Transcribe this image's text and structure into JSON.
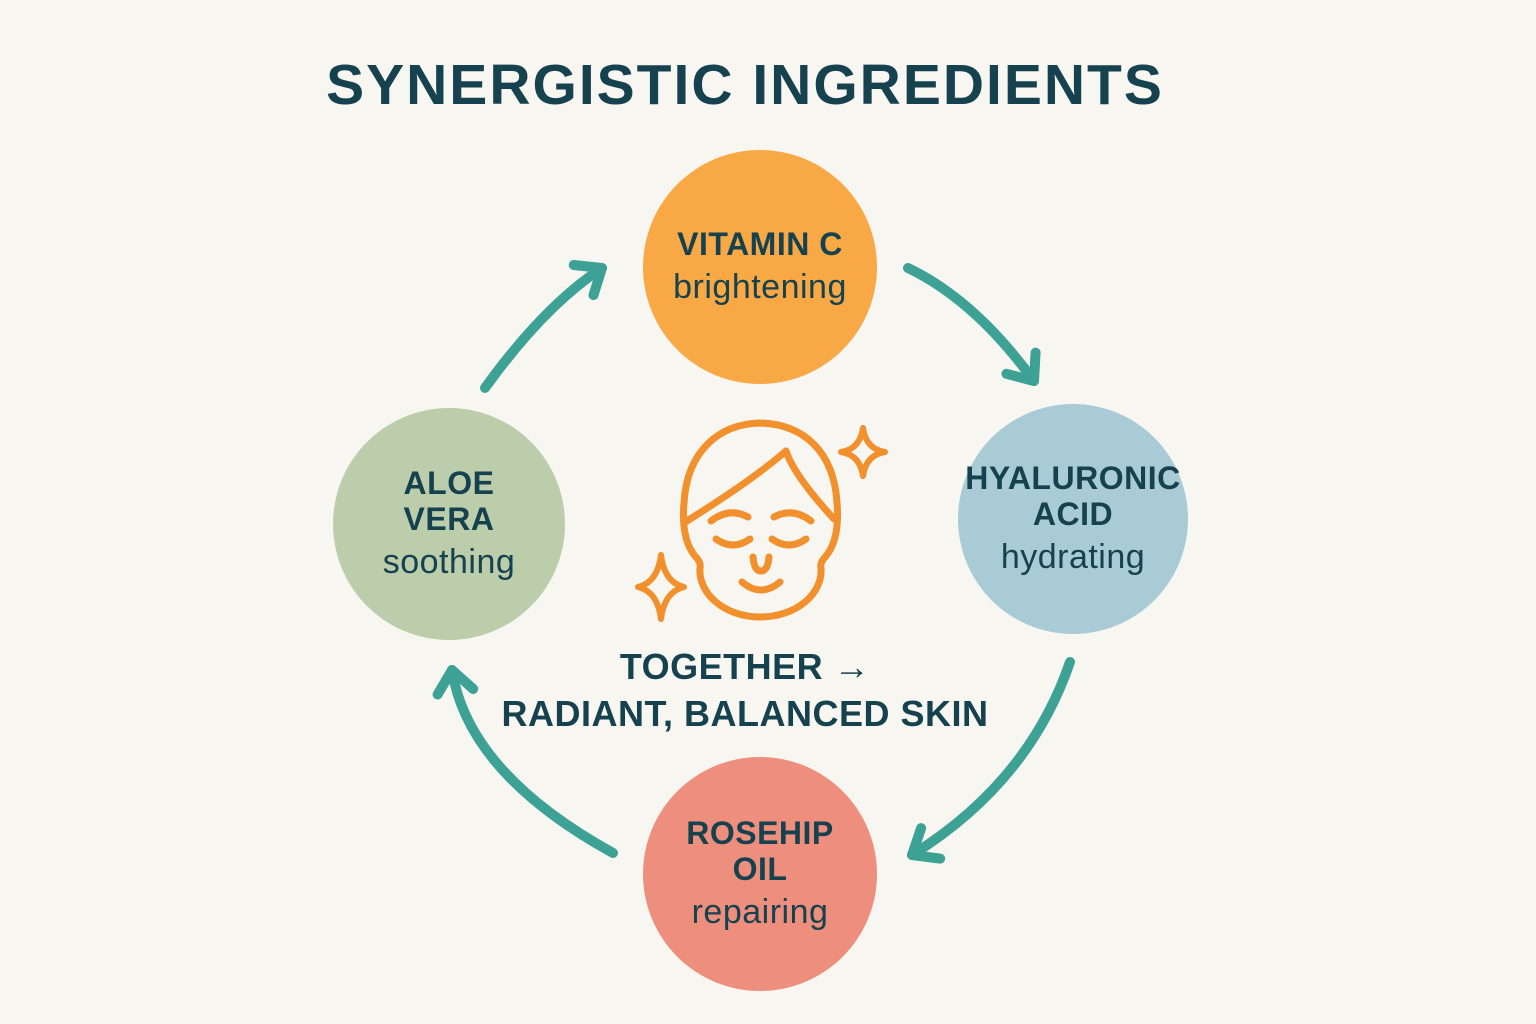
{
  "title": "SYNERGISTIC INGREDIENTS",
  "ingredients": [
    {
      "name": "VITAMIN C",
      "benefit": "brightening",
      "color": "#F8A845",
      "position": "top"
    },
    {
      "name": "HYALURONIC\nACID",
      "benefit": "hydrating",
      "color": "#A9CBD5",
      "position": "right"
    },
    {
      "name": "ROSEHIP\nOIL",
      "benefit": "repairing",
      "color": "#EE8F7D",
      "position": "bottom"
    },
    {
      "name": "ALOE\nVERA",
      "benefit": "soothing",
      "color": "#BCCDAC",
      "position": "left"
    }
  ],
  "center": {
    "icon": "glowing-face-with-sparkles",
    "result_line1": "TOGETHER →",
    "result_line2": "RADIANT, BALANCED SKIN"
  },
  "cycle_arrows": [
    {
      "from": "ALOE VERA",
      "to": "VITAMIN C"
    },
    {
      "from": "VITAMIN C",
      "to": "HYALURONIC ACID"
    },
    {
      "from": "HYALURONIC ACID",
      "to": "ROSEHIP OIL"
    },
    {
      "from": "ROSEHIP OIL",
      "to": "ALOE VERA"
    }
  ],
  "colors": {
    "background": "#F7F6F1",
    "ink": "#16414E",
    "arrow": "#3DA295",
    "face_icon": "#F1902C"
  }
}
